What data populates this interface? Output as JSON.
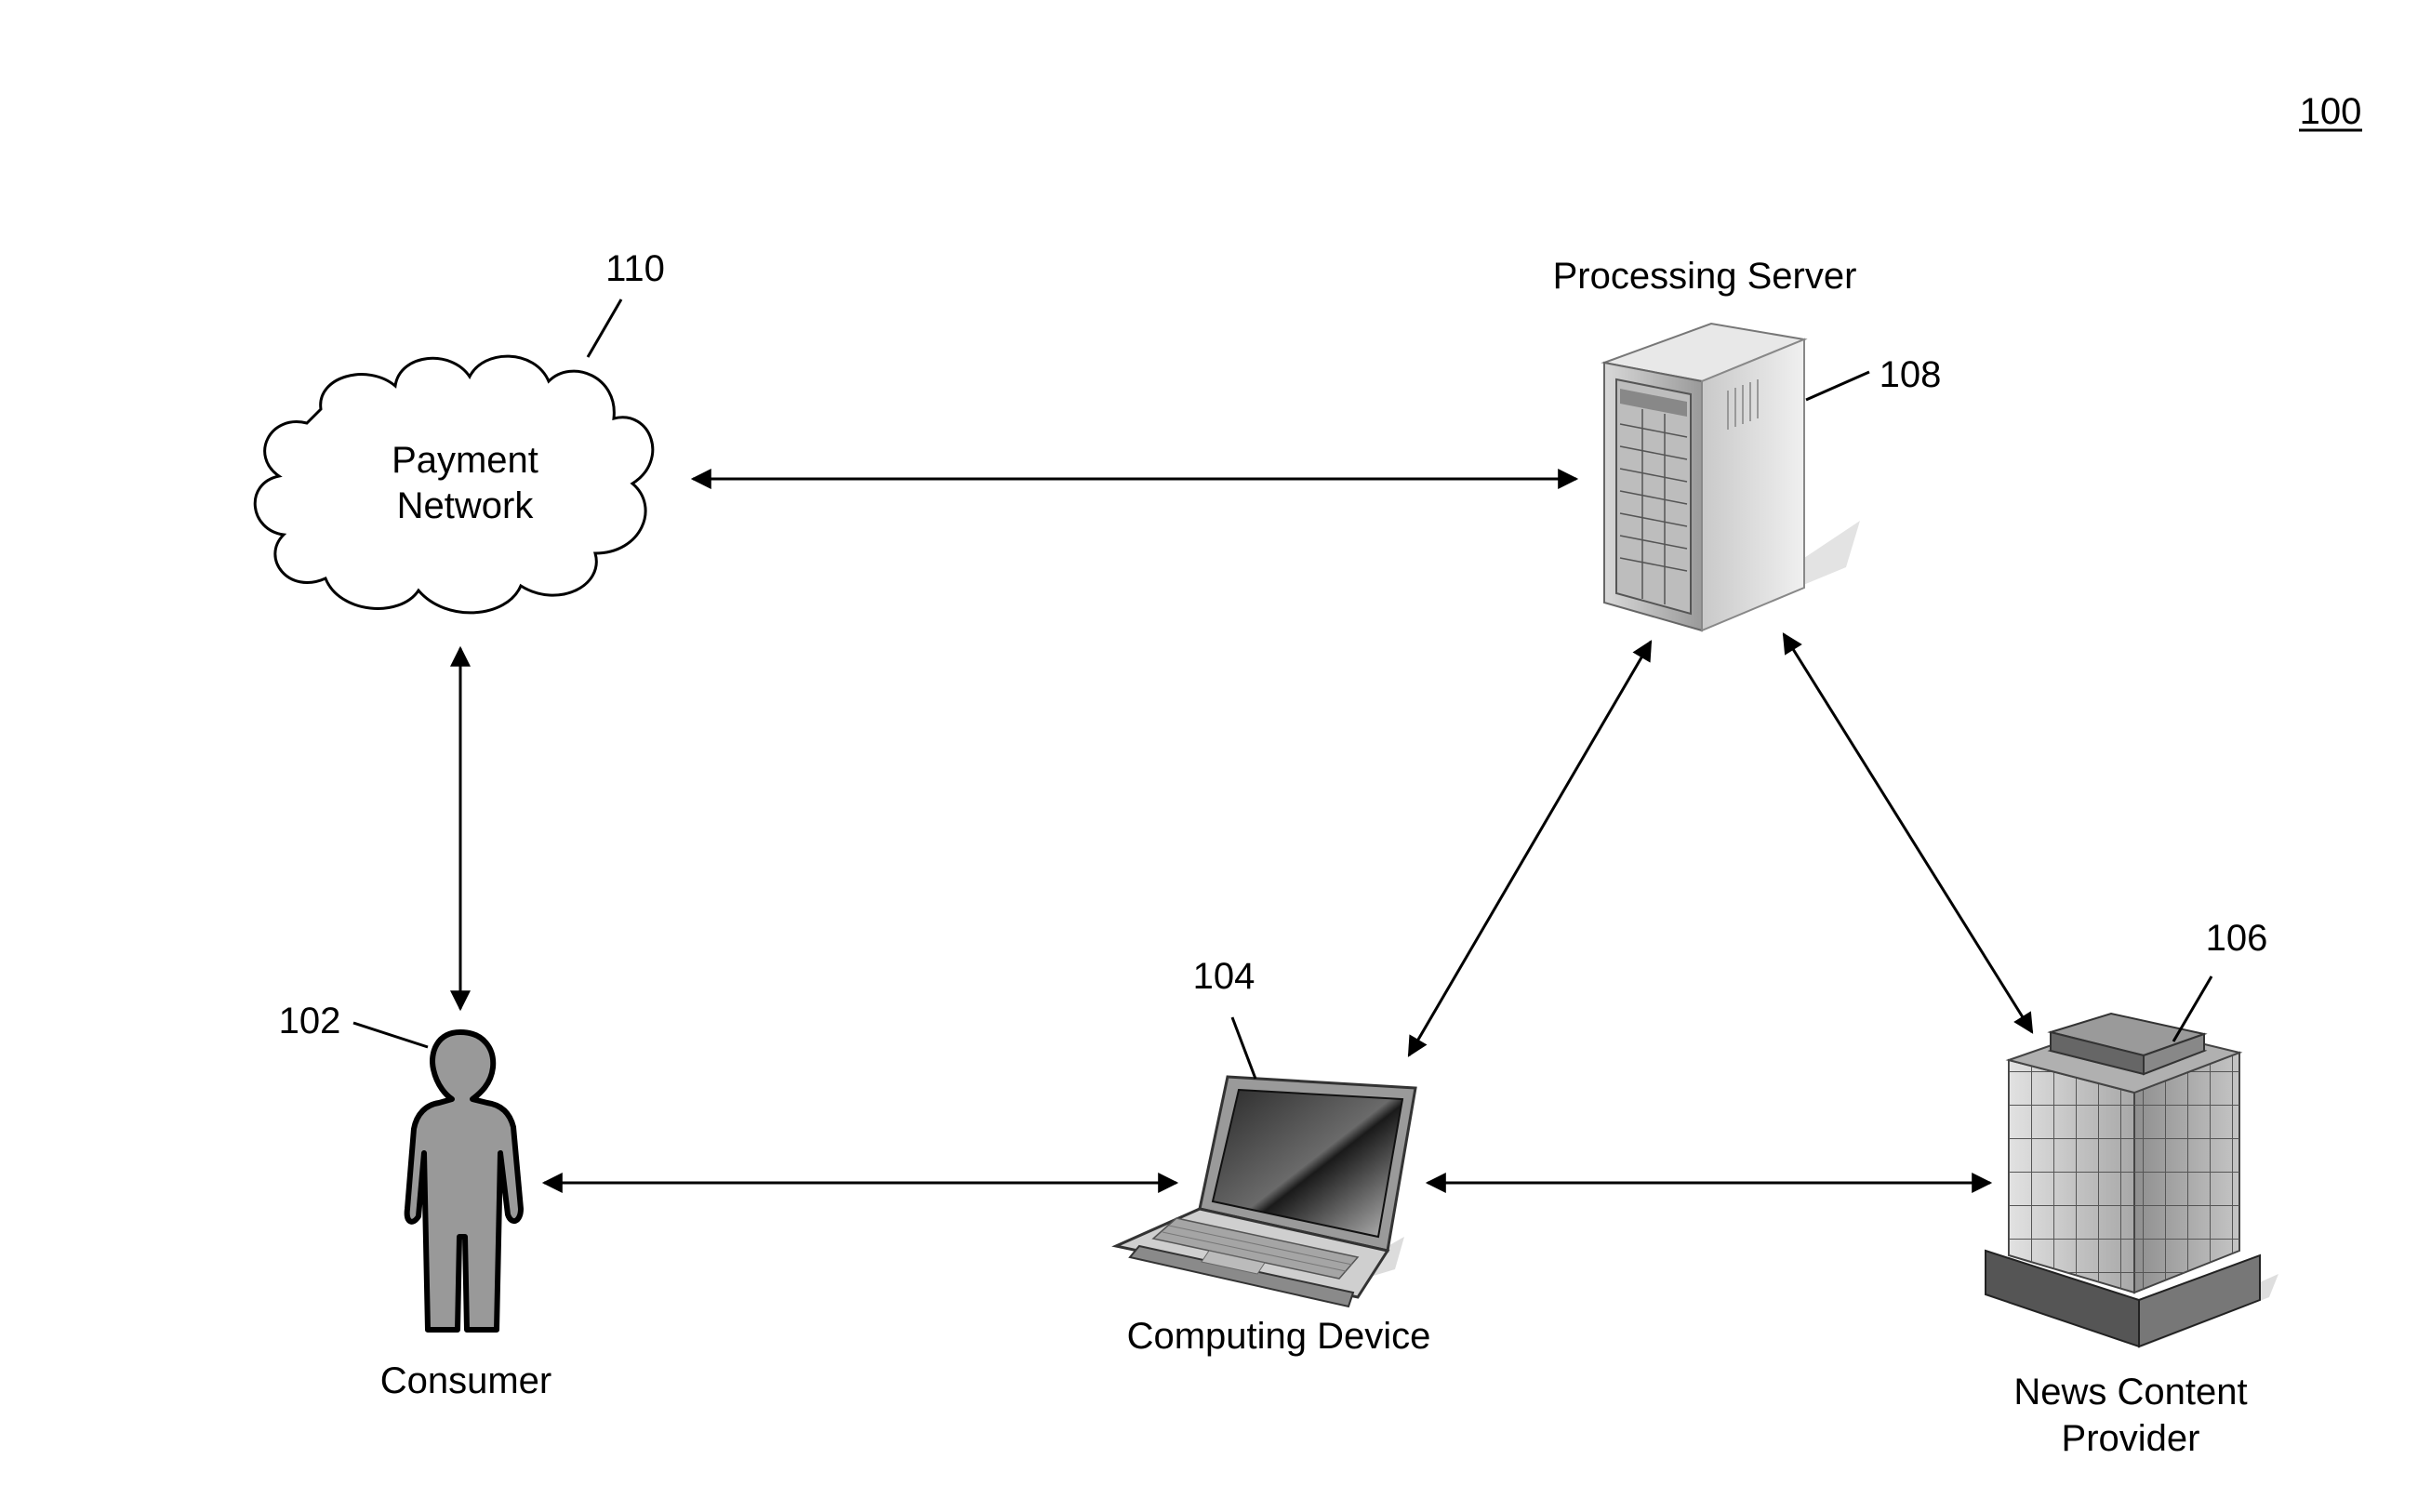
{
  "figure_ref": "100",
  "nodes": {
    "payment_network": {
      "ref": "110",
      "label_line1": "Payment",
      "label_line2": "Network",
      "icon": "cloud-icon"
    },
    "processing_server": {
      "ref": "108",
      "label": "Processing Server",
      "icon": "server-tower-icon"
    },
    "consumer": {
      "ref": "102",
      "label": "Consumer",
      "icon": "person-icon"
    },
    "computing_device": {
      "ref": "104",
      "label": "Computing Device",
      "icon": "laptop-icon"
    },
    "news_content_provider": {
      "ref": "106",
      "label_line1": "News Content",
      "label_line2": "Provider",
      "icon": "office-building-icon"
    }
  },
  "connections": [
    {
      "from": "payment_network",
      "to": "processing_server",
      "direction": "bidirectional"
    },
    {
      "from": "payment_network",
      "to": "consumer",
      "direction": "bidirectional"
    },
    {
      "from": "consumer",
      "to": "computing_device",
      "direction": "bidirectional"
    },
    {
      "from": "computing_device",
      "to": "processing_server",
      "direction": "bidirectional"
    },
    {
      "from": "computing_device",
      "to": "news_content_provider",
      "direction": "bidirectional"
    },
    {
      "from": "processing_server",
      "to": "news_content_provider",
      "direction": "bidirectional"
    }
  ]
}
